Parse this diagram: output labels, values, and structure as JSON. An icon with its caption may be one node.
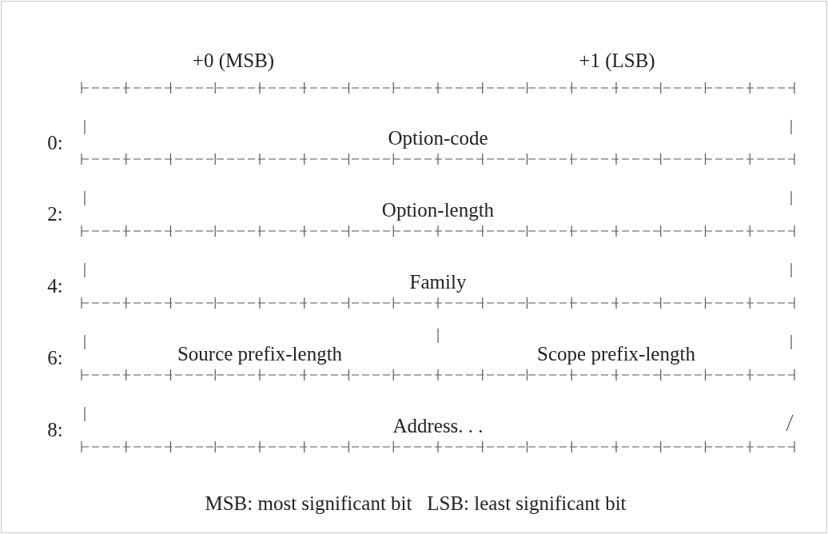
{
  "diagram": {
    "caption": "MSB: most significant bit   LSB: least significant bit",
    "nodes": [
      {
        "text": [
          "Option-code"
        ]
      },
      {
        "text": [
          "Option-length"
        ]
      },
      {
        "text": [
          "Family"
        ]
      },
      {
        "text": [
          "Source prefix-length"
        ]
      },
      {
        "text": [
          "Scope prefix-length"
        ]
      },
      {
        "text": [
          "Address. . ."
        ]
      }
    ],
    "labels": [
      "+0 (MSB)",
      "+1 (LSB)",
      "0:",
      "2:",
      "4:",
      "6:",
      "8:"
    ]
  }
}
